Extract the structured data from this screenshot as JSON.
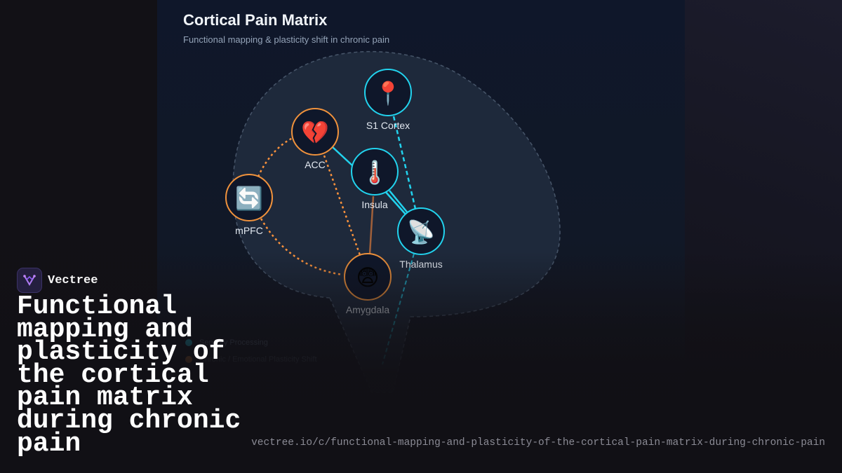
{
  "diagram": {
    "title": "Cortical Pain Matrix",
    "subtitle": "Functional mapping & plasticity shift in chronic pain",
    "nodes": {
      "s1": {
        "label": "S1 Cortex",
        "icon": "📍",
        "icon_name": "pin-icon",
        "group": "sensory"
      },
      "acc": {
        "label": "ACC",
        "icon": "💔",
        "icon_name": "broken-heart-icon",
        "group": "affective"
      },
      "insula": {
        "label": "Insula",
        "icon": "🌡️",
        "icon_name": "thermometer-icon",
        "group": "sensory"
      },
      "mpfc": {
        "label": "mPFC",
        "icon": "🔄",
        "icon_name": "cycle-arrows-icon",
        "group": "affective"
      },
      "thalamus": {
        "label": "Thalamus",
        "icon": "📡",
        "icon_name": "satellite-dish-icon",
        "group": "sensory"
      },
      "amygdala": {
        "label": "Amygdala",
        "icon": "😨",
        "icon_name": "fearful-face-icon",
        "group": "affective"
      }
    },
    "edges": [
      {
        "from": "acc",
        "to": "insula",
        "style": "solid",
        "color": "#22d3ee"
      },
      {
        "from": "insula",
        "to": "thalamus",
        "style": "solid",
        "color": "#22d3ee"
      },
      {
        "from": "s1",
        "to": "thalamus",
        "style": "dashed",
        "color": "#22d3ee"
      },
      {
        "from": "acc",
        "to": "thalamus",
        "style": "solid",
        "color": "#22d3ee"
      },
      {
        "from": "insula",
        "to": "amygdala",
        "style": "solid",
        "color": "#b06a3a"
      },
      {
        "from": "acc",
        "to": "amygdala",
        "style": "dotted",
        "color": "#fb923c"
      },
      {
        "from": "mpfc",
        "to": "acc",
        "style": "dotted",
        "color": "#fb923c"
      },
      {
        "from": "mpfc",
        "to": "amygdala",
        "style": "dotted",
        "color": "#fb923c"
      },
      {
        "from": "thalamus",
        "to": "brainstem",
        "style": "dashed",
        "color": "#22d3ee"
      }
    ],
    "legend": [
      {
        "label": "Sensory Processing",
        "color": "#22d3ee"
      },
      {
        "label": "Chronic / Emotional Plasticity Shift",
        "color": "#fb923c"
      }
    ],
    "colors": {
      "sensory": "#22d3ee",
      "affective": "#f0923c",
      "brain_fill": "#1e293b",
      "brain_outline": "#475569"
    }
  },
  "brand": {
    "name": "Vectree",
    "headline": "Functional mapping and plasticity of the cortical pain matrix during chronic pain",
    "url": "vectree.io/c/functional-mapping-and-plasticity-of-the-cortical-pain-matrix-during-chronic-pain"
  }
}
